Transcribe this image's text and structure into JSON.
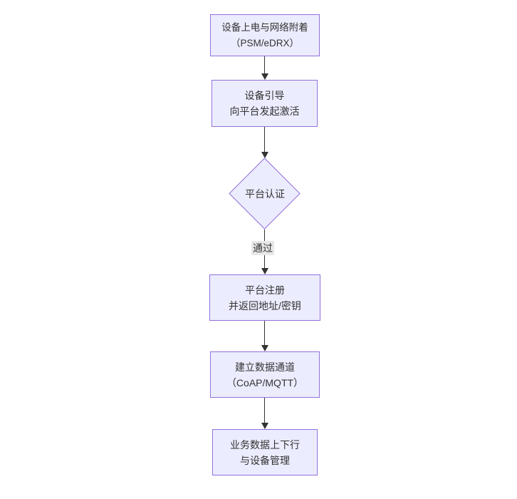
{
  "colors": {
    "canvas_bg": "#ffffff",
    "node_fill": "#ECECFF",
    "node_border": "#9370DB",
    "arrow_color": "#333333",
    "text_color": "#333333",
    "label_bg": "#e8e8e8"
  },
  "diagram": {
    "type": "flowchart-top-down",
    "nodes": [
      {
        "id": "power-attach",
        "shape": "rect",
        "line1": "设备上电与网络附着",
        "line2": "（PSM/eDRX）"
      },
      {
        "id": "bootstrap",
        "shape": "rect",
        "line1": "设备引导",
        "line2": "向平台发起激活"
      },
      {
        "id": "platform-auth",
        "shape": "diamond",
        "line1": "平台认证"
      },
      {
        "id": "platform-register",
        "shape": "rect",
        "line1": "平台注册",
        "line2": "并返回地址/密钥"
      },
      {
        "id": "data-channel",
        "shape": "rect",
        "line1": "建立数据通道",
        "line2": "（CoAP/MQTT）"
      },
      {
        "id": "business-data",
        "shape": "rect",
        "line1": "业务数据上下行",
        "line2": "与设备管理"
      }
    ],
    "edges": [
      {
        "from": "power-attach",
        "to": "bootstrap",
        "label": ""
      },
      {
        "from": "bootstrap",
        "to": "platform-auth",
        "label": ""
      },
      {
        "from": "platform-auth",
        "to": "platform-register",
        "label": "通过"
      },
      {
        "from": "platform-register",
        "to": "data-channel",
        "label": ""
      },
      {
        "from": "data-channel",
        "to": "business-data",
        "label": ""
      }
    ]
  }
}
